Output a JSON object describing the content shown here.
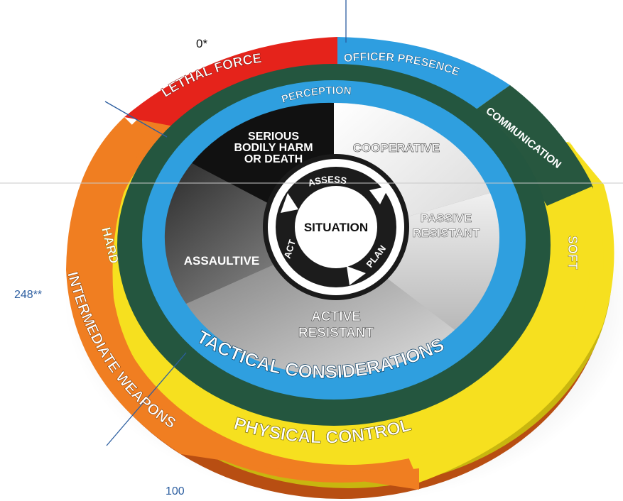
{
  "colors": {
    "lethal_force": "#e5231b",
    "officer_presence": "#2e9ee0",
    "communication": "#27573f",
    "physical_control": "#f6e01f",
    "intermediate_weapons": "#f07e21",
    "tactical_ring": "#24563f",
    "perception_ring": "#2f9fdf",
    "annotation_text": "#2c5ea0",
    "annotation_line": "#2c5ea0"
  },
  "outer_ring": {
    "lethal_force": "LETHAL FORCE",
    "officer_presence": "OFFICER PRESENCE",
    "communication": "COMMUNICATION",
    "soft": "SOFT",
    "hard": "HARD",
    "intermediate_weapons": "INTERMEDIATE WEAPONS",
    "physical_control": "PHYSICAL CONTROL"
  },
  "middle_ring": {
    "perception": "PERCEPTION",
    "tactical_considerations": "TACTICAL CONSIDERATIONS"
  },
  "inner_segments": {
    "cooperative": "COOPERATIVE",
    "passive_line1": "PASSIVE",
    "passive_line2": "RESISTANT",
    "active_line1": "ACTIVE",
    "active_line2": "RESISTANT",
    "assaultive": "ASSAULTIVE",
    "serious_line1": "SERIOUS",
    "serious_line2": "BODILY HARM",
    "serious_line3": "OR DEATH"
  },
  "center": {
    "situation": "SITUATION",
    "assess": "ASSESS",
    "plan": "PLAN",
    "act": "ACT"
  },
  "annotations": {
    "top": "0*",
    "left": "248**",
    "bottom": "100"
  }
}
